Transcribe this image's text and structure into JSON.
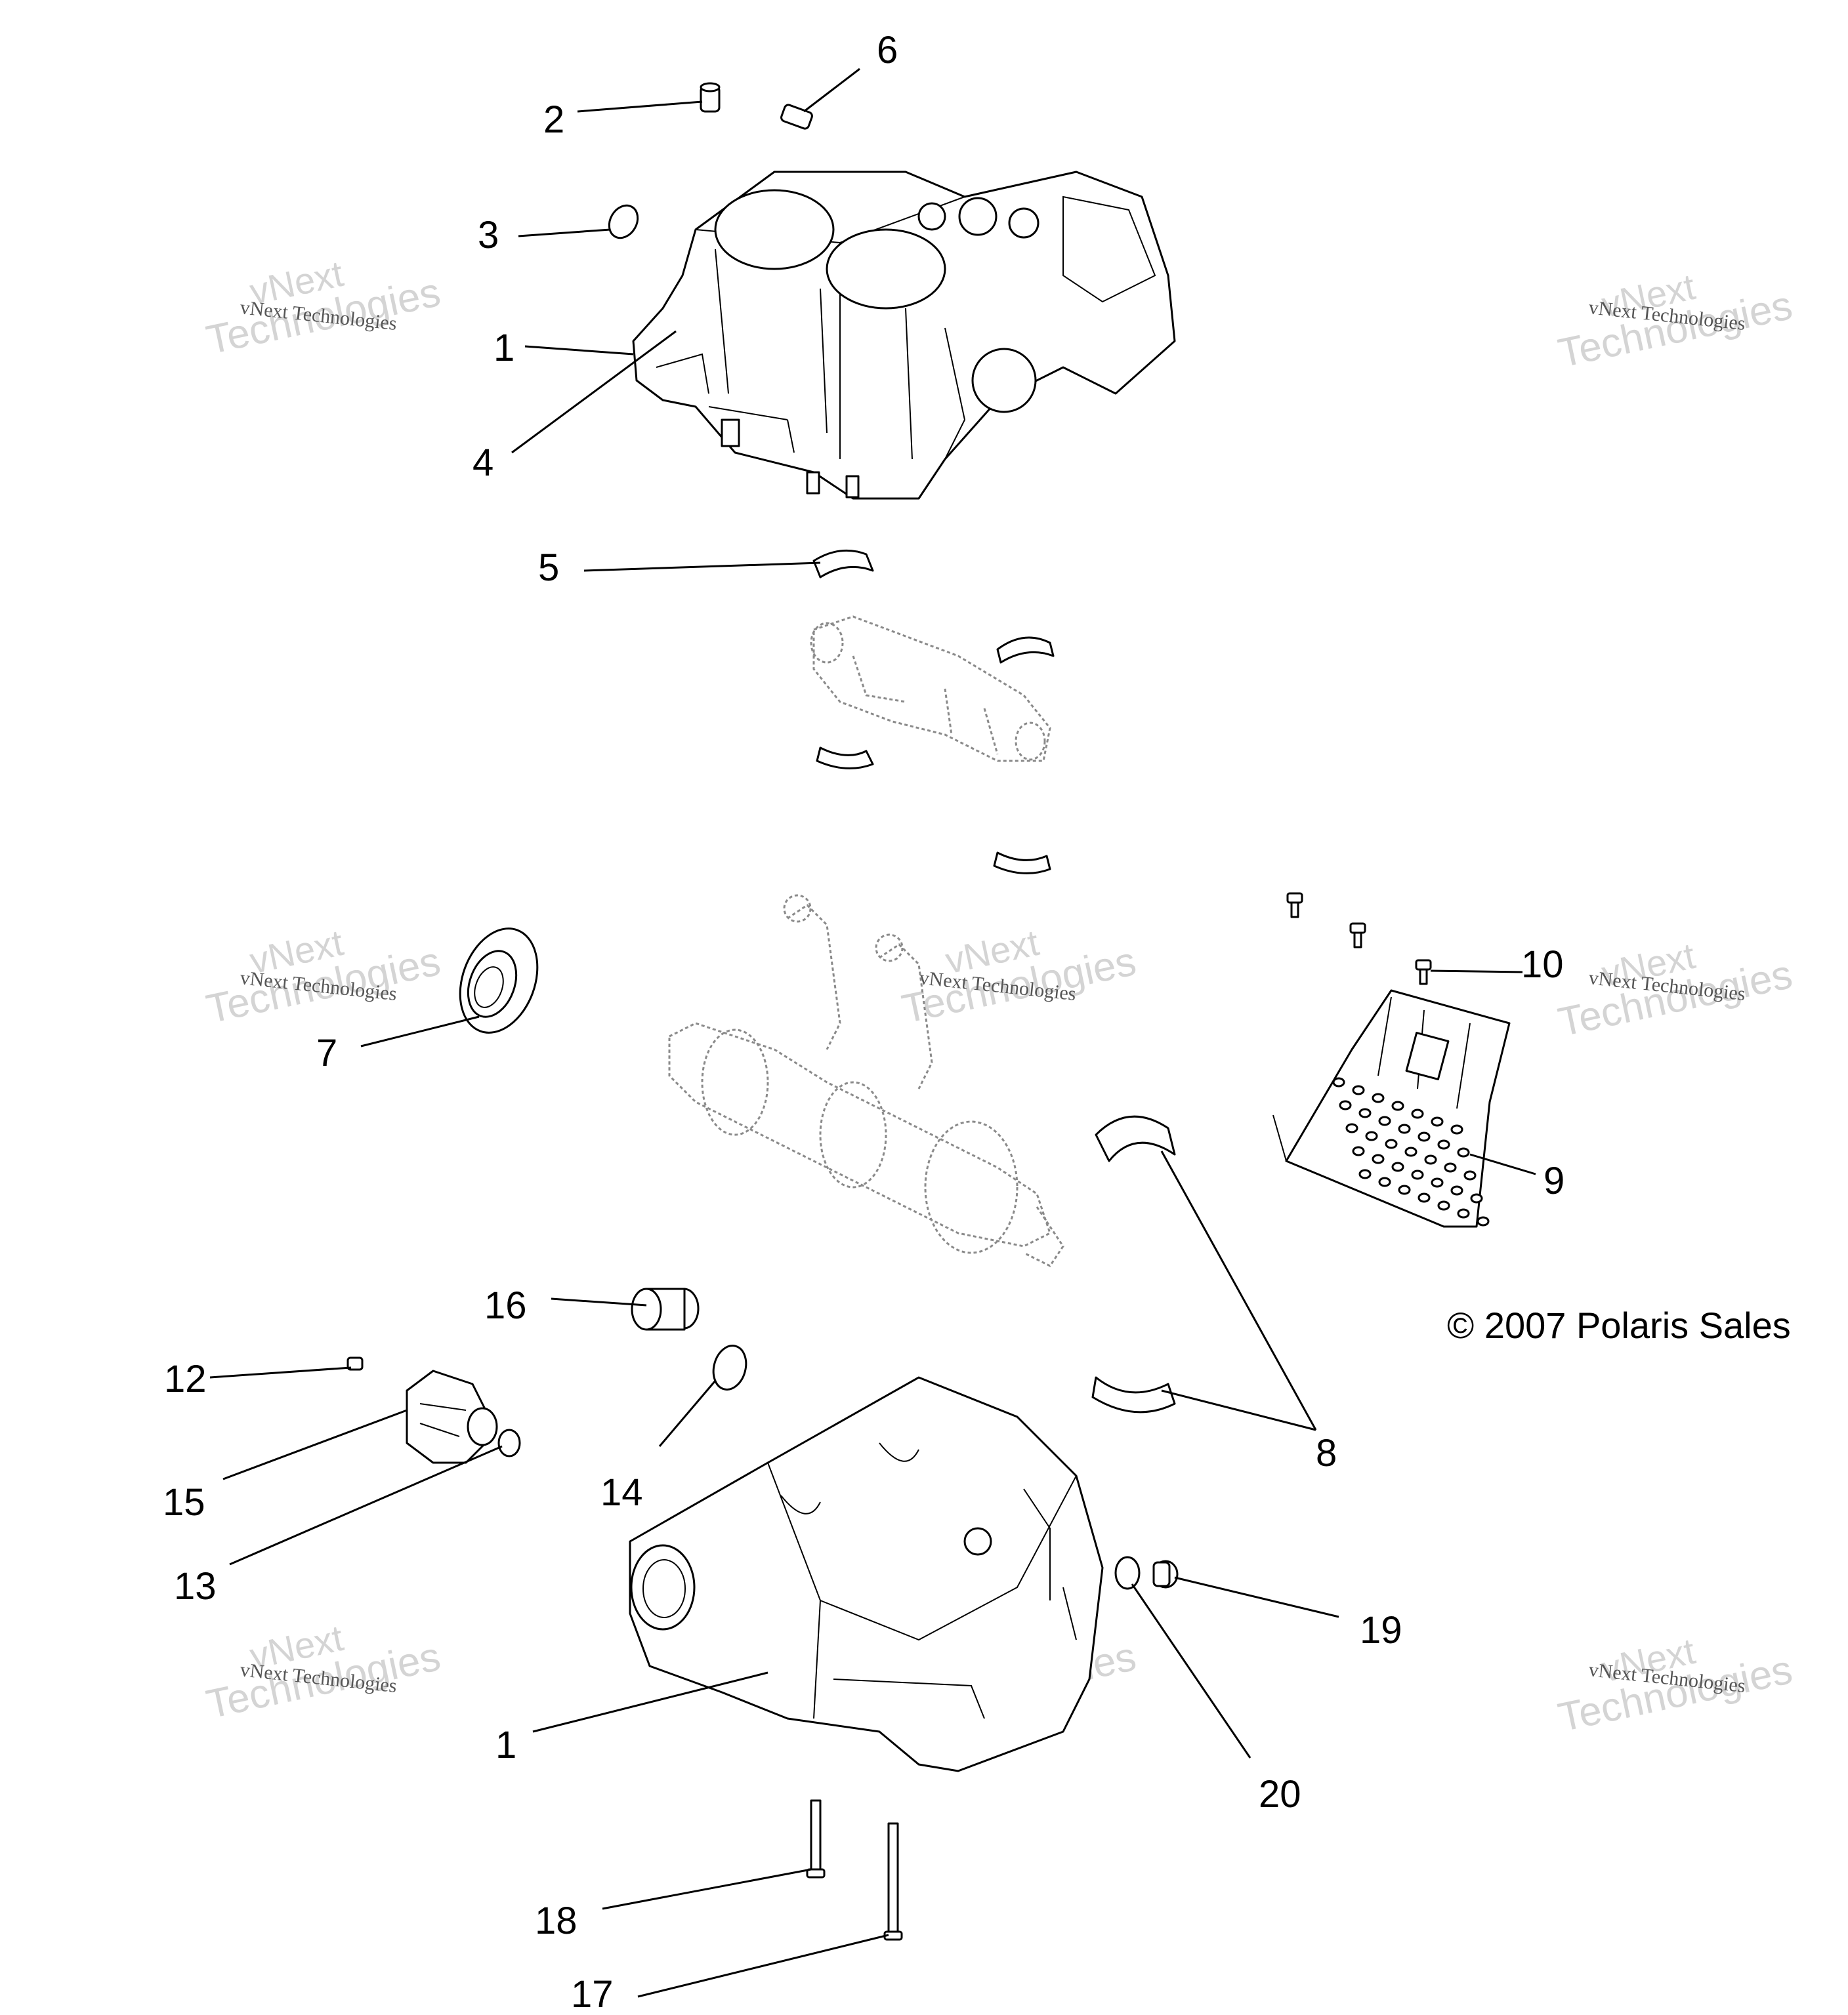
{
  "watermark": {
    "line1": "vNext",
    "line2": "Technologies",
    "small": "vNext Technologies"
  },
  "copyright": "© 2007 Polaris Sales",
  "callouts": [
    "1",
    "2",
    "3",
    "1",
    "4",
    "5",
    "6",
    "7",
    "8",
    "9",
    "10",
    "12",
    "13",
    "14",
    "15",
    "16",
    "17",
    "18",
    "19",
    "20"
  ]
}
